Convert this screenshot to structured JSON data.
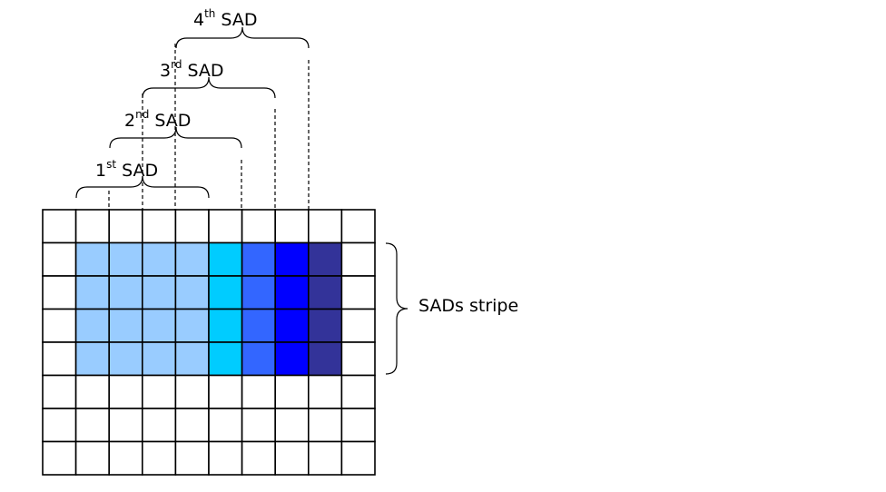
{
  "labels": {
    "sad1": {
      "num": "1",
      "sup": "st",
      "word": "SAD"
    },
    "sad2": {
      "num": "2",
      "sup": "nd",
      "word": "SAD"
    },
    "sad3": {
      "num": "3",
      "sup": "rd",
      "word": "SAD"
    },
    "sad4": {
      "num": "4",
      "sup": "th",
      "word": "SAD"
    },
    "stripe": "SADs stripe"
  },
  "grid": {
    "rows": 8,
    "cols": 10,
    "colored_rows": [
      1,
      2,
      3,
      4
    ],
    "column_colors": [
      null,
      "#99ccff",
      "#99ccff",
      "#99ccff",
      "#99ccff",
      "#00ccff",
      "#3366ff",
      "#0000ff",
      "#333399",
      null
    ],
    "line_color": "#000000",
    "background": "#ffffff"
  }
}
